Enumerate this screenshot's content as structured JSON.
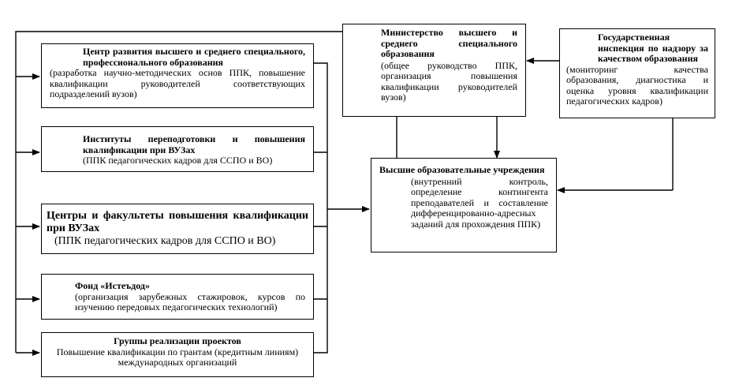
{
  "ministry": {
    "title": "Министерство высшего и среднего специального образования",
    "desc": "(общее руководство ППК, организация повышения квалификации руководителей вузов)"
  },
  "inspection": {
    "title": "Государственная инспекция по надзору за качеством образования",
    "desc": "(мониторинг качества образования, диагностика и оценка уровня квалификации педагогических кадров)"
  },
  "universities": {
    "title": "Высшие образовательные учреждения",
    "desc": "(внутренний контроль, определение контингента преподавателей и составление дифференцированно-адресных заданий для прохождения ППК)"
  },
  "left_boxes": [
    {
      "title": "Центр развития высшего и среднего специального, профессионального образования",
      "desc": "(разработка научно-методических основ ППК, повышение квалификации руководителей соответствующих подразделений вузов)"
    },
    {
      "title": "Институты переподготовки и повышения квалификации при ВУЗах",
      "desc": "(ППК педагогических кадров для ССПО и ВО)"
    },
    {
      "title": "Центры и факультеты повышения квалификации при ВУЗах",
      "desc": "(ППК педагогических кадров для ССПО и ВО)"
    },
    {
      "title": "Фонд «Истеъдод»",
      "desc": "(организация зарубежных стажировок, курсов по изучению передовых педагогических технологий)"
    },
    {
      "title": "Группы реализации проектов",
      "desc": "Повышение квалификации по грантам (кредитным линиям) международных организаций"
    }
  ]
}
